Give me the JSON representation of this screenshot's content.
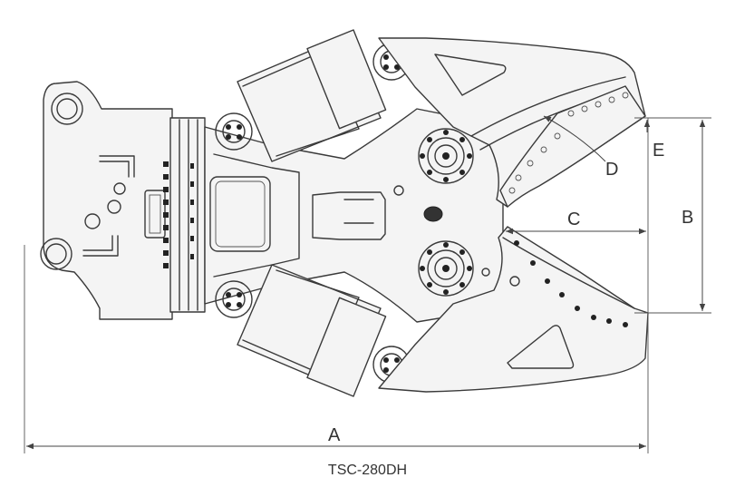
{
  "model_label": "TSC-280DH",
  "dimensions": {
    "a": "A",
    "b": "B",
    "c": "C",
    "d": "D",
    "e": "E"
  },
  "colors": {
    "line": "#3a3a3a",
    "fill": "#f4f4f4",
    "background": "#ffffff"
  }
}
